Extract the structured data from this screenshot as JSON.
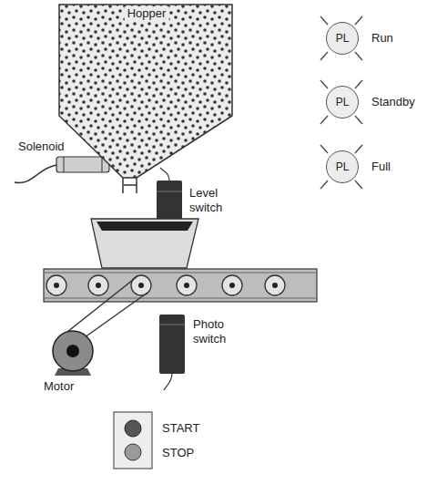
{
  "diagram": {
    "nodes": [
      {
        "text": [
          "Hopper"
        ]
      },
      {
        "text": [
          "PL",
          "Run"
        ]
      },
      {
        "text": [
          "PL",
          "Standby"
        ]
      },
      {
        "text": [
          "PL",
          "Full"
        ]
      }
    ],
    "labels": [
      "Solenoid",
      "Level switch",
      "Photo switch",
      "Motor",
      "START",
      "STOP"
    ]
  }
}
